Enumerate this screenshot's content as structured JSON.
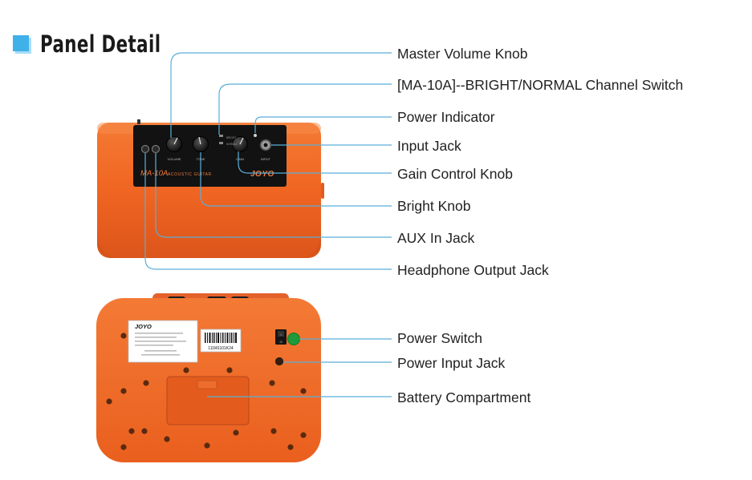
{
  "title": "Panel Detail",
  "colors": {
    "accent": "#3fb0e8",
    "leader_line": "#5aaed9",
    "amp_orange": "#f26a22",
    "panel_black": "#111111"
  },
  "callouts_top": [
    {
      "id": "volume",
      "label": "Master Volume Knob"
    },
    {
      "id": "switch",
      "label": "[MA-10A]--BRIGHT/NORMAL Channel Switch"
    },
    {
      "id": "power_indicator",
      "label": "Power Indicator"
    },
    {
      "id": "input",
      "label": "Input Jack"
    },
    {
      "id": "gain",
      "label": "Gain Control Knob"
    },
    {
      "id": "bright",
      "label": "Bright Knob"
    },
    {
      "id": "aux",
      "label": "AUX In Jack"
    },
    {
      "id": "headphone",
      "label": "Headphone Output Jack"
    }
  ],
  "callouts_bottom": [
    {
      "id": "power_switch",
      "label": "Power Switch"
    },
    {
      "id": "power_input",
      "label": "Power Input Jack"
    },
    {
      "id": "battery",
      "label": "Battery Compartment"
    }
  ],
  "amp_front": {
    "model": "MA-10A",
    "subtitle": "ACOUSTIC GUITAR",
    "brand": "JOYO",
    "knob_labels": [
      "VOLUME",
      "TONE",
      "GAIN"
    ],
    "input_label": "INPUT",
    "switch_labels": [
      "BRIGHT",
      "NORMAL"
    ]
  },
  "amp_back": {
    "brand": "JOYO",
    "serial": "111M1101K24",
    "switch_marks": [
      "I",
      "O"
    ]
  }
}
